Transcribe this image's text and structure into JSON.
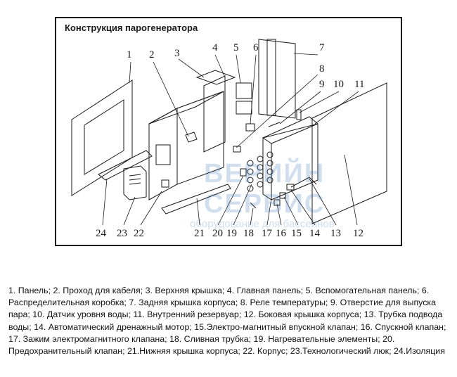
{
  "figure": {
    "title": "Конструкция парогенератора",
    "callouts": [
      "1",
      "2",
      "3",
      "4",
      "5",
      "6",
      "7",
      "8",
      "9",
      "10",
      "11",
      "12",
      "13",
      "14",
      "15",
      "16",
      "17",
      "18",
      "19",
      "20",
      "21",
      "22",
      "23",
      "24"
    ]
  },
  "watermark": {
    "line1": "ВЕРИЙН СЕРВИС",
    "line2": "оборудование для бассейнов"
  },
  "legend": {
    "text": "1. Панель; 2. Проход для кабеля; 3. Верхняя крышка; 4. Главная панель; 5. Вспомогательная панель; 6. Распределительная коробка; 7. Задняя крышка корпуса; 8. Реле температуры; 9. Отверстие для выпуска пара; 10. Датчик уровня воды; 11. Внутренний резервуар; 12. Боковая крышка корпуса; 13. Трубка подвода воды; 14. Автоматический дренажный мотор; 15.Электро-магнитный впускной клапан; 16. Спускной клапан; 17. Зажим электромагнитного клапана; 18. Сливная трубка; 19. Нагревательные элементы; 20. Предохранительный клапан; 21.Нижняя крышка корпуса; 22. Корпус; 23.Технологический люк; 24.Изоляция"
  },
  "colors": {
    "line": "#1a1a1a",
    "watermark": "#2f6fb4"
  }
}
